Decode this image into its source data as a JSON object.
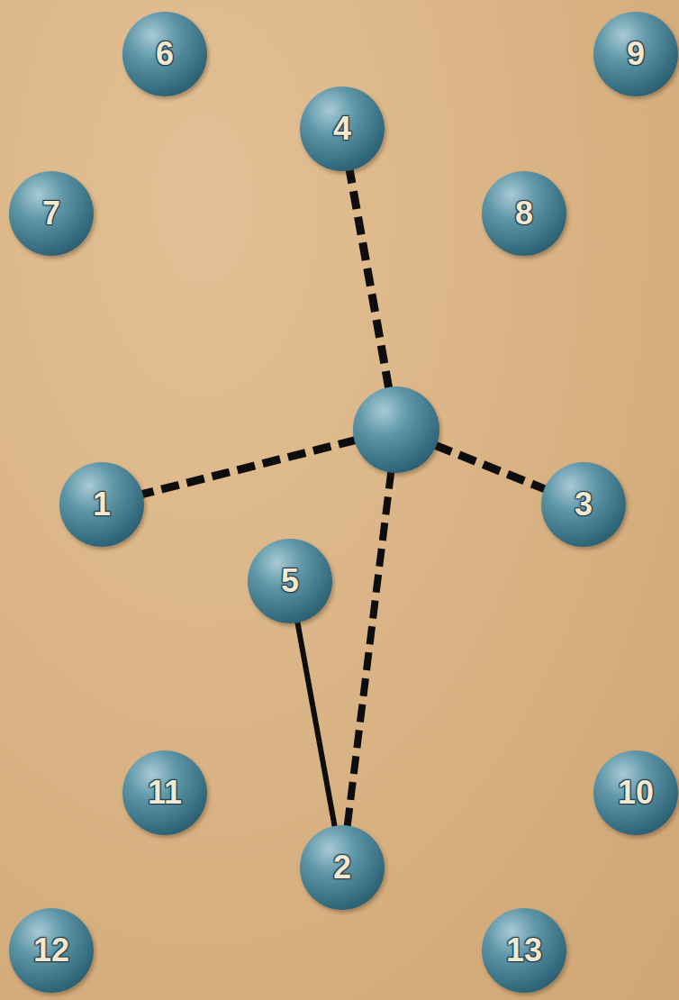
{
  "diagram": {
    "nodes": [
      {
        "text": [
          "6"
        ]
      },
      {
        "text": [
          "9"
        ]
      },
      {
        "text": [
          "4"
        ]
      },
      {
        "text": [
          "7"
        ]
      },
      {
        "text": [
          "8"
        ]
      },
      {
        "text": []
      },
      {
        "text": [
          "1"
        ]
      },
      {
        "text": [
          "3"
        ]
      },
      {
        "text": [
          "5"
        ]
      },
      {
        "text": [
          "11"
        ]
      },
      {
        "text": [
          "10"
        ]
      },
      {
        "text": [
          "2"
        ]
      },
      {
        "text": [
          "12"
        ]
      },
      {
        "text": [
          "13"
        ]
      }
    ],
    "edges": [
      {
        "from": 5,
        "to": 2,
        "arrow": "none"
      },
      {
        "from": 5,
        "to": 6,
        "arrow": "none"
      },
      {
        "from": 5,
        "to": 7,
        "arrow": "none"
      },
      {
        "from": 5,
        "to": 11,
        "arrow": "none"
      },
      {
        "from": 8,
        "to": 11,
        "arrow": "none"
      }
    ]
  }
}
